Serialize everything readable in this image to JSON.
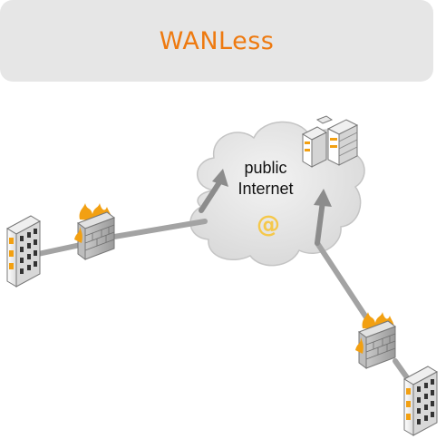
{
  "title": "WANLess",
  "cloud": {
    "line1": "public",
    "line2": "Internet",
    "symbol": "@"
  },
  "colors": {
    "title_text": "#ee7a10",
    "title_bar": "#e6e6e6",
    "cloud_fill": "#e8e8e8",
    "link": "#9a9a9a",
    "fire": "#f2a012",
    "at_symbol": "#f5c84a"
  },
  "icons": [
    "office-building-icon",
    "firewall-icon",
    "server-rack-icon",
    "cloud-icon",
    "at-sign-icon",
    "arrow-icon"
  ]
}
